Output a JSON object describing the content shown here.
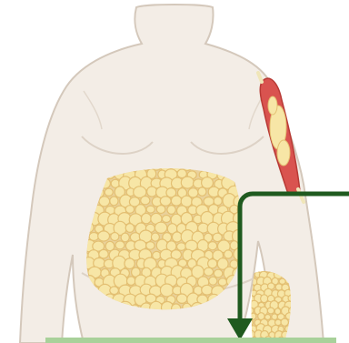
{
  "colors": {
    "skin_fill": "#f3ede6",
    "skin_outline": "#d4c8bb",
    "fat_cell_fill": "#f7e6a6",
    "fat_cell_border": "#e3bf72",
    "fat_bg": "#ead199",
    "muscle_fill": "#d9534f",
    "muscle_dark": "#b83a35",
    "tendon": "#f0e6b8",
    "arrow": "#1f5a1f",
    "bottom_bar": "#a8d19a"
  },
  "icons": [
    "obese-body-illustration",
    "abdominal-fat-cluster",
    "thigh-fat-cluster",
    "arm-muscle-with-fat",
    "downward-arrow"
  ]
}
